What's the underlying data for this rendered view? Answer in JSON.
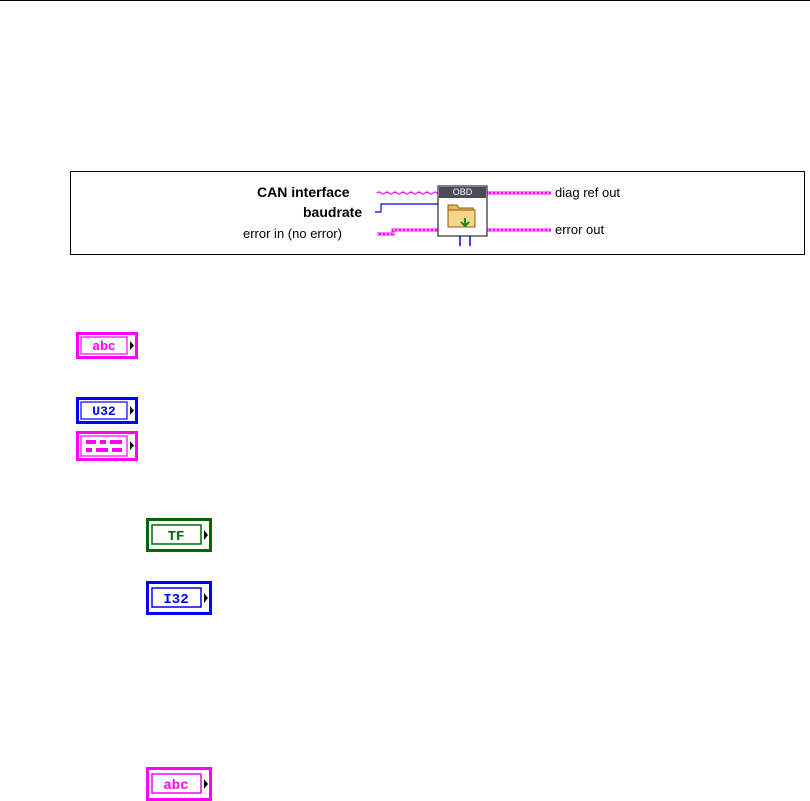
{
  "connector_pane": {
    "vi_icon_label": "OBD",
    "inputs": [
      {
        "label": "CAN interface",
        "bold": true
      },
      {
        "label": "baudrate",
        "bold": true
      },
      {
        "label": "error in (no error)",
        "bold": false
      }
    ],
    "outputs": [
      {
        "label": "diag ref out"
      },
      {
        "label": "error out"
      }
    ]
  },
  "terminals": [
    {
      "type_label": "abc",
      "color": "#ff00ff",
      "kind": "string"
    },
    {
      "type_label": "U32",
      "color": "#0000ff",
      "kind": "numeric"
    },
    {
      "type_label": "",
      "color": "#ff00ff",
      "kind": "cluster"
    },
    {
      "type_label": "TF",
      "color": "#006600",
      "kind": "boolean"
    },
    {
      "type_label": "I32",
      "color": "#0000ff",
      "kind": "numeric"
    },
    {
      "type_label": "abc",
      "color": "#ff00ff",
      "kind": "string"
    }
  ]
}
